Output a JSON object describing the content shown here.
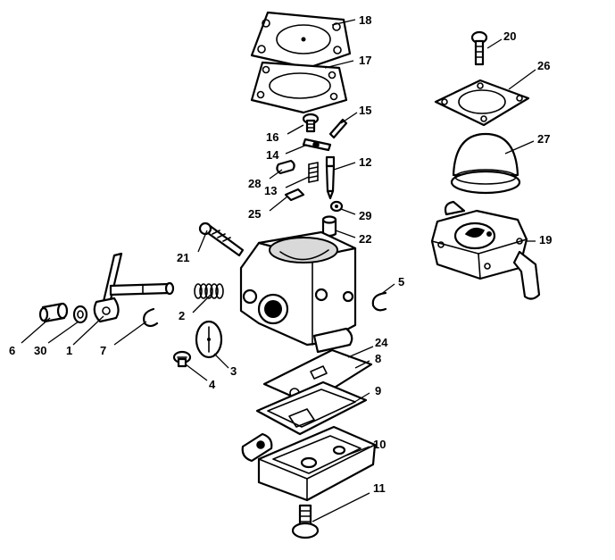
{
  "callouts": [
    {
      "id": "1",
      "label": "1"
    },
    {
      "id": "2",
      "label": "2"
    },
    {
      "id": "3",
      "label": "3"
    },
    {
      "id": "4",
      "label": "4"
    },
    {
      "id": "5",
      "label": "5"
    },
    {
      "id": "6",
      "label": "6"
    },
    {
      "id": "7",
      "label": "7"
    },
    {
      "id": "8",
      "label": "8"
    },
    {
      "id": "9",
      "label": "9"
    },
    {
      "id": "10",
      "label": "10"
    },
    {
      "id": "11",
      "label": "11"
    },
    {
      "id": "12",
      "label": "12"
    },
    {
      "id": "13",
      "label": "13"
    },
    {
      "id": "14",
      "label": "14"
    },
    {
      "id": "15",
      "label": "15"
    },
    {
      "id": "16",
      "label": "16"
    },
    {
      "id": "17",
      "label": "17"
    },
    {
      "id": "18",
      "label": "18"
    },
    {
      "id": "19",
      "label": "19"
    },
    {
      "id": "20",
      "label": "20"
    },
    {
      "id": "21",
      "label": "21"
    },
    {
      "id": "22",
      "label": "22"
    },
    {
      "id": "24",
      "label": "24"
    },
    {
      "id": "25",
      "label": "25"
    },
    {
      "id": "26",
      "label": "26"
    },
    {
      "id": "27",
      "label": "27"
    },
    {
      "id": "28",
      "label": "28"
    },
    {
      "id": "29",
      "label": "29"
    },
    {
      "id": "30",
      "label": "30"
    }
  ]
}
